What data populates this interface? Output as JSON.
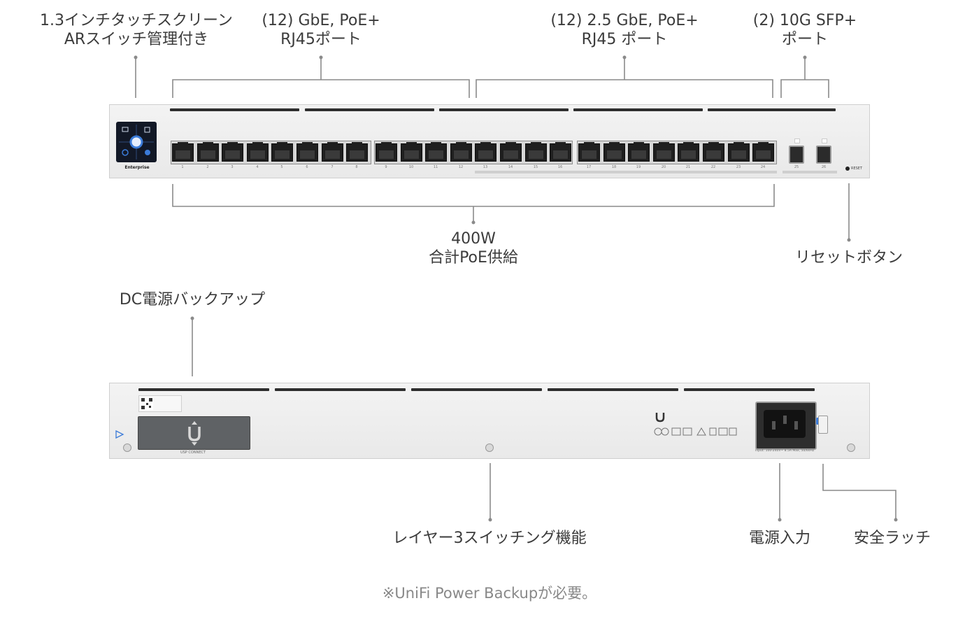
{
  "labels": {
    "touchscreen": [
      "1.3インチタッチスクリーン",
      "ARスイッチ管理付き"
    ],
    "gbe_ports": [
      "(12) GbE, PoE+",
      "RJ45ポート"
    ],
    "gbe25_ports": [
      "(12) 2.5 GbE, PoE+",
      "RJ45 ポート"
    ],
    "sfp_ports": [
      "(2) 10G SFP+",
      "ポート"
    ],
    "poe_budget": [
      "400W",
      "合計PoE供給"
    ],
    "reset_button": [
      "リセットボタン"
    ],
    "dc_backup": [
      "DC電源バックアップ"
    ],
    "layer3": [
      "レイヤー3スイッチング機能"
    ],
    "power_input": [
      "電源入力"
    ],
    "safety_latch": [
      "安全ラッチ"
    ]
  },
  "footnote": "※UniFi Power Backupが必要。",
  "device_front": {
    "brand_label": "Enterprise",
    "reset_label": "RESET",
    "port_numbers": [
      "1",
      "2",
      "3",
      "4",
      "5",
      "6",
      "7",
      "8",
      "9",
      "10",
      "11",
      "12",
      "13",
      "14",
      "15",
      "16",
      "17",
      "18",
      "19",
      "20",
      "21",
      "22",
      "23",
      "24"
    ],
    "sfp_numbers": [
      "25",
      "26"
    ]
  },
  "device_back": {
    "usp_label": "USP CONNECT",
    "power_input_spec": "Input: 100-240V~ 8.5A Max, 50/60Hz"
  },
  "colors": {
    "leader_line": "#8a8a8a",
    "chassis": "#ececec",
    "port": "#1f1f1f",
    "screen_accent": "#3b7bd8"
  }
}
